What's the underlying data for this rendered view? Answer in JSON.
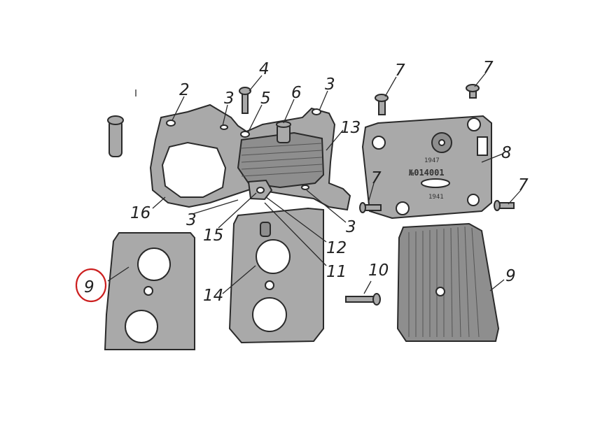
{
  "callouts": [
    {
      "id": "c2",
      "text": "2"
    },
    {
      "id": "c3a",
      "text": "3"
    },
    {
      "id": "c4",
      "text": "4"
    },
    {
      "id": "c5",
      "text": "5"
    },
    {
      "id": "c6",
      "text": "6"
    },
    {
      "id": "c3b",
      "text": "3"
    },
    {
      "id": "c13",
      "text": "13"
    },
    {
      "id": "c7a",
      "text": "7"
    },
    {
      "id": "c7b",
      "text": "7"
    },
    {
      "id": "c8",
      "text": "8"
    },
    {
      "id": "c7c",
      "text": "7"
    },
    {
      "id": "c7d",
      "text": "7"
    },
    {
      "id": "c16",
      "text": "16"
    },
    {
      "id": "c3c",
      "text": "3"
    },
    {
      "id": "c15",
      "text": "15"
    },
    {
      "id": "c3d",
      "text": "3"
    },
    {
      "id": "c12",
      "text": "12"
    },
    {
      "id": "c11",
      "text": "11"
    },
    {
      "id": "c14",
      "text": "14"
    },
    {
      "id": "c10",
      "text": "10"
    },
    {
      "id": "c9a",
      "text": "9"
    },
    {
      "id": "c9b",
      "text": "9"
    }
  ],
  "plate_marks": {
    "serial": "№014001",
    "top_mark": "1947",
    "bottom_mark": "1941"
  },
  "highlight_color": "#cc1f1f"
}
